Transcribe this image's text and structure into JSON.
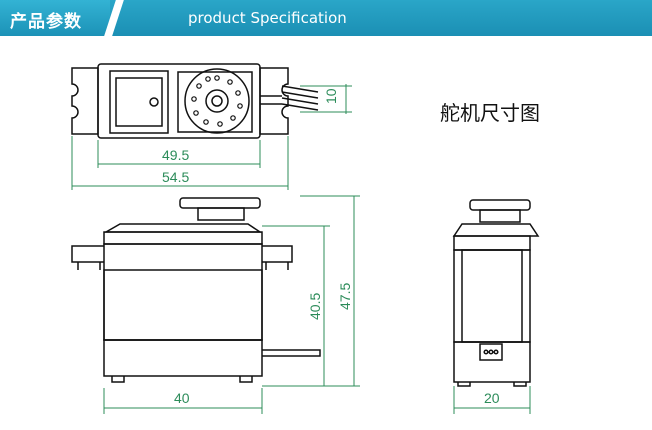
{
  "header": {
    "title_cn": "产品参数",
    "title_en": "product Specification"
  },
  "drawing": {
    "caption": "舵机尺寸图",
    "dims": {
      "top_width_inner": "49.5",
      "top_width_outer": "54.5",
      "top_height": "10",
      "front_height_case": "40.5",
      "front_height_total": "47.5",
      "front_width": "40",
      "side_width": "20"
    }
  },
  "colors": {
    "banner": "#1b8fb4",
    "dimension_lines": "#2c8c5a",
    "outline": "#111111"
  }
}
